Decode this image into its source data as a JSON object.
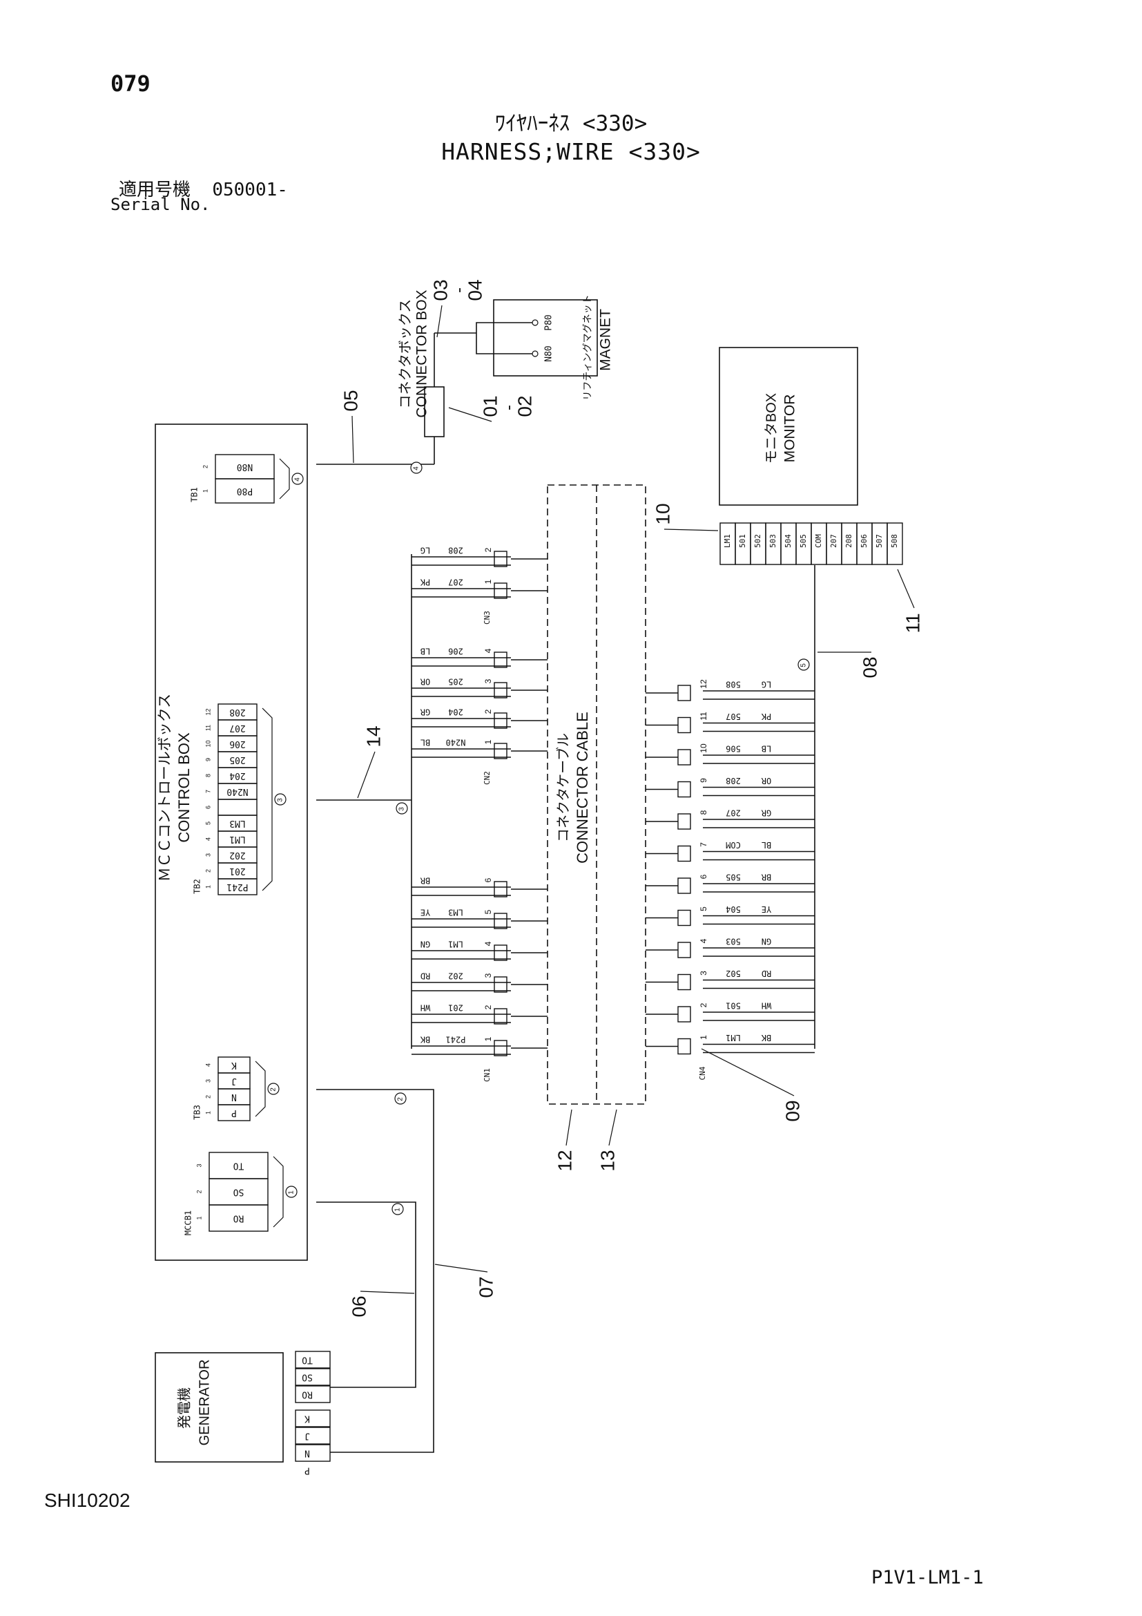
{
  "header": {
    "page_number": "079",
    "title_jp": "ﾜｲﾔﾊｰﾈｽ <330>",
    "title_en": "HARNESS;WIRE <330>",
    "serial_label_jp": "適用号機",
    "serial_value": "050001-",
    "serial_label_en": "Serial No."
  },
  "footer": {
    "doc_id": "SHI10202",
    "sheet_ref": "P1V1-LM1-1"
  },
  "components": {
    "connector_box": {
      "jp": "コネクタボックス",
      "en": "CONNECTOR BOX"
    },
    "lifting_magnet": {
      "jp": "リフティングマグネット",
      "en": "MAGNET",
      "terminals": [
        "P80",
        "N80"
      ]
    },
    "monitor_box": {
      "jp": "モニタBOX",
      "en": "MONITOR"
    },
    "control_box": {
      "jp": "ＭＣＣコントロールボックス",
      "en": "CONTROL BOX"
    },
    "connector_cable": {
      "jp": "コネクタケーブル",
      "en": "CONNECTOR CABLE"
    },
    "generator": {
      "jp": "発電機",
      "en": "GENERATOR",
      "terminals": [
        "TO",
        "SO",
        "RO",
        "K",
        "J",
        "N",
        "P"
      ]
    }
  },
  "terminal_blocks": {
    "tb1": {
      "name": "TB1",
      "terminals": [
        "N80",
        "P80"
      ],
      "numbers": [
        "2",
        "1"
      ],
      "circle": "4"
    },
    "tb2": {
      "name": "TB2",
      "terminals": [
        "208",
        "207",
        "206",
        "205",
        "204",
        "N240",
        "",
        "LM3",
        "LM1",
        "202",
        "201",
        "P241"
      ],
      "numbers": [
        "12",
        "11",
        "10",
        "9",
        "8",
        "7",
        "6",
        "5",
        "4",
        "3",
        "2",
        "1"
      ],
      "circle": "3"
    },
    "tb3": {
      "name": "TB3",
      "terminals": [
        "K",
        "J",
        "N",
        "P"
      ],
      "numbers": [
        "4",
        "3",
        "2",
        "1"
      ],
      "circle": "2"
    },
    "mccb1": {
      "name": "MCCB1",
      "terminals": [
        "TO",
        "SO",
        "RO"
      ],
      "numbers": [
        "3",
        "2",
        "1"
      ],
      "circle": "1"
    }
  },
  "monitor_terminals": [
    "LM1",
    "501",
    "502",
    "503",
    "504",
    "505",
    "COM",
    "207",
    "208",
    "506",
    "507",
    "508"
  ],
  "connectors": {
    "cn3": {
      "name": "CN3",
      "rows": [
        {
          "pin": "2",
          "wire": "208",
          "color": "LG"
        },
        {
          "pin": "1",
          "wire": "207",
          "color": "PK"
        }
      ]
    },
    "cn2": {
      "name": "CN2",
      "rows": [
        {
          "pin": "4",
          "wire": "206",
          "color": "LB"
        },
        {
          "pin": "3",
          "wire": "205",
          "color": "OR"
        },
        {
          "pin": "2",
          "wire": "204",
          "color": "GR"
        },
        {
          "pin": "1",
          "wire": "N240",
          "color": "BL"
        }
      ]
    },
    "cn1": {
      "name": "CN1",
      "rows": [
        {
          "pin": "6",
          "wire": "",
          "color": "BR"
        },
        {
          "pin": "5",
          "wire": "LM3",
          "color": "YE"
        },
        {
          "pin": "4",
          "wire": "LM1",
          "color": "GN"
        },
        {
          "pin": "3",
          "wire": "202",
          "color": "RD"
        },
        {
          "pin": "2",
          "wire": "201",
          "color": "WH"
        },
        {
          "pin": "1",
          "wire": "P241",
          "color": "BK"
        }
      ]
    },
    "cn4": {
      "name": "CN4",
      "rows": [
        {
          "pin": "12",
          "wire": "508",
          "color": "LG"
        },
        {
          "pin": "11",
          "wire": "507",
          "color": "PK"
        },
        {
          "pin": "10",
          "wire": "506",
          "color": "LB"
        },
        {
          "pin": "9",
          "wire": "208",
          "color": "OR"
        },
        {
          "pin": "8",
          "wire": "207",
          "color": "GR"
        },
        {
          "pin": "7",
          "wire": "COM",
          "color": "BL"
        },
        {
          "pin": "6",
          "wire": "505",
          "color": "BR"
        },
        {
          "pin": "5",
          "wire": "504",
          "color": "YE"
        },
        {
          "pin": "4",
          "wire": "503",
          "color": "GN"
        },
        {
          "pin": "3",
          "wire": "502",
          "color": "RD"
        },
        {
          "pin": "2",
          "wire": "501",
          "color": "WH"
        },
        {
          "pin": "1",
          "wire": "LM1",
          "color": "BK"
        }
      ]
    }
  },
  "callouts": [
    "01",
    "02",
    "03",
    "04",
    "05",
    "06",
    "07",
    "08",
    "09",
    "10",
    "11",
    "12",
    "13",
    "14"
  ],
  "callout_dash": "-",
  "wire_circles": [
    "4",
    "5",
    "3",
    "2",
    "1"
  ]
}
